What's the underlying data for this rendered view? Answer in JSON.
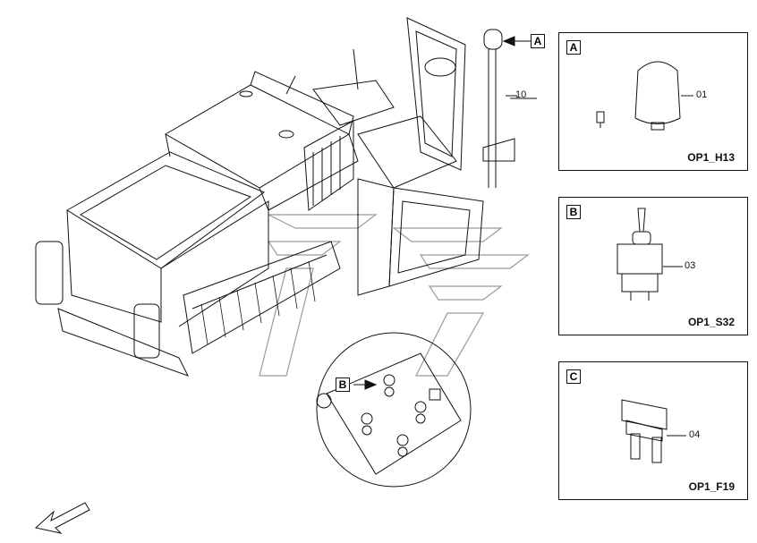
{
  "callouts": {
    "a": "A",
    "b": "B",
    "part_10": "10"
  },
  "details": [
    {
      "tag": "A",
      "part": "01",
      "code": "OP1_H13",
      "icon": "beacon-lamp-icon"
    },
    {
      "tag": "B",
      "part": "03",
      "code": "OP1_S32",
      "icon": "toggle-switch-icon"
    },
    {
      "tag": "C",
      "part": "04",
      "code": "OP1_F19",
      "icon": "blade-fuse-icon"
    }
  ],
  "colors": {
    "line": "#111111",
    "watermark": "#9a9a9a",
    "background": "#ffffff"
  }
}
